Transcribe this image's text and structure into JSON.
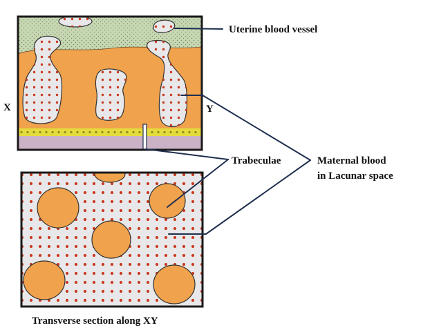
{
  "labels": {
    "uterine_blood_vessel": "Uterine blood vessel",
    "x_marker": "X",
    "y_marker": "Y",
    "trabeculae": "Trabeculae",
    "maternal_blood_line1": "Maternal blood",
    "maternal_blood_line2": "in Lacunar space",
    "caption": "Transverse section along XY"
  },
  "colors": {
    "frame": "#1a1a1a",
    "uterine_wall": "#c7d8b3",
    "stipple": "#7f8f70",
    "trabecular_tissue": "#f0a24c",
    "lacunar_space": "#e8e8ea",
    "blood_dot": "#c93a20",
    "cell_band": "#e4dc3c",
    "cell_band_dot": "#8f8a20",
    "base_layer": "#cbb2c6",
    "leader_line": "#1f2f4f"
  }
}
